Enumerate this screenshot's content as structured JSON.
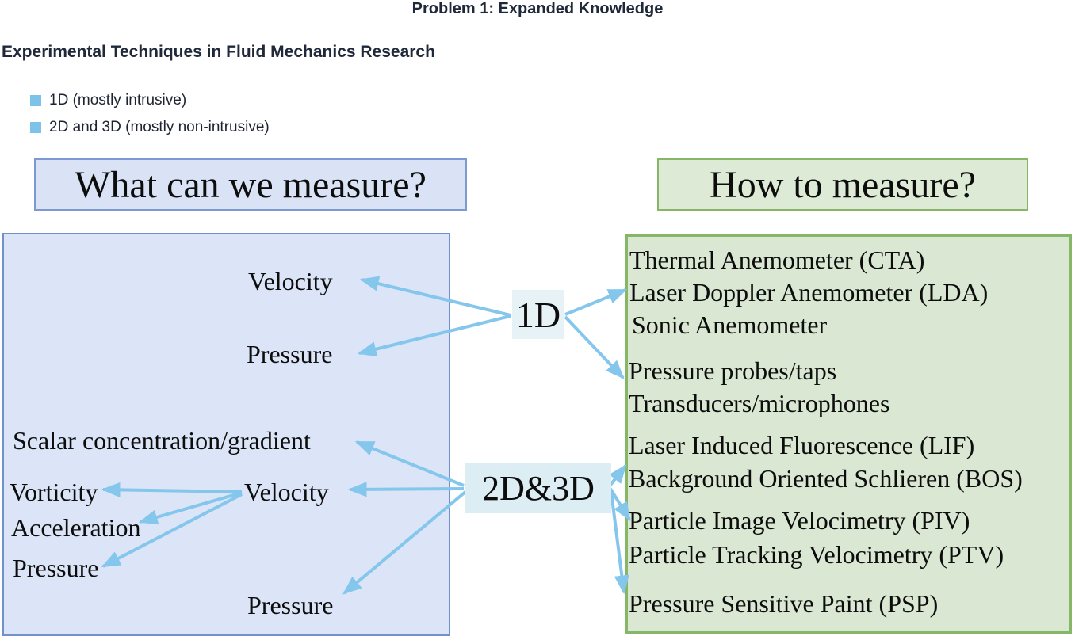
{
  "slide": {
    "title": "Problem 1: Expanded Knowledge",
    "heading": "Experimental Techniques in Fluid Mechanics Research",
    "bullets": [
      "1D (mostly intrusive)",
      "2D and 3D (mostly non-intrusive)"
    ]
  },
  "measure_panel": {
    "header": "What can we measure?",
    "items": {
      "velocity_1d": "Velocity",
      "pressure_1d": "Pressure",
      "scalar": "Scalar concentration/gradient",
      "vorticity": "Vorticity",
      "velocity_2d": "Velocity",
      "acceleration": "Acceleration",
      "pressure_left": "Pressure",
      "pressure_2d": "Pressure"
    }
  },
  "method_panel": {
    "header": "How to measure?",
    "items": {
      "cta": "Thermal Anemometer (CTA)",
      "lda": "Laser Doppler Anemometer (LDA)",
      "sonic": "Sonic Anemometer",
      "probes": "Pressure probes/taps",
      "transducers": "Transducers/microphones",
      "lif": "Laser Induced Fluorescence (LIF)",
      "bos": "Background Oriented Schlieren (BOS)",
      "piv": "Particle Image Velocimetry (PIV)",
      "ptv": "Particle Tracking Velocimetry (PTV)",
      "psp": "Pressure Sensitive Paint (PSP)"
    }
  },
  "tags": {
    "dim1": "1D",
    "dim23": "2D&3D"
  },
  "connections": [
    {
      "from": "1D",
      "to": "Velocity (top)"
    },
    {
      "from": "1D",
      "to": "Pressure (top)"
    },
    {
      "from": "1D",
      "to": "Thermal / Laser Doppler / Sonic anemometers"
    },
    {
      "from": "1D",
      "to": "Pressure probes/taps & transducers/microphones"
    },
    {
      "from": "2D&3D",
      "to": "Scalar concentration/gradient"
    },
    {
      "from": "2D&3D",
      "to": "Velocity (center)"
    },
    {
      "from": "2D&3D",
      "to": "Pressure (bottom)"
    },
    {
      "from": "2D&3D",
      "to": "LIF / BOS"
    },
    {
      "from": "2D&3D",
      "to": "PIV / PTV"
    },
    {
      "from": "2D&3D",
      "to": "PSP"
    },
    {
      "from": "Velocity (center)",
      "to": "Vorticity"
    },
    {
      "from": "Velocity (center)",
      "to": "Acceleration"
    },
    {
      "from": "Velocity (center)",
      "to": "Pressure (left)"
    }
  ],
  "colors": {
    "arrow": "#85c6ec",
    "bullet": "#7cc2e9",
    "measure_fill": "#dbe5f7",
    "measure_border": "#7191cd",
    "method_fill": "#d9e7d3",
    "method_border": "#85b767",
    "tag_fill_1d": "#e7f2f7",
    "tag_fill_2d3d": "#dceef3",
    "heading_text": "#20293a"
  }
}
